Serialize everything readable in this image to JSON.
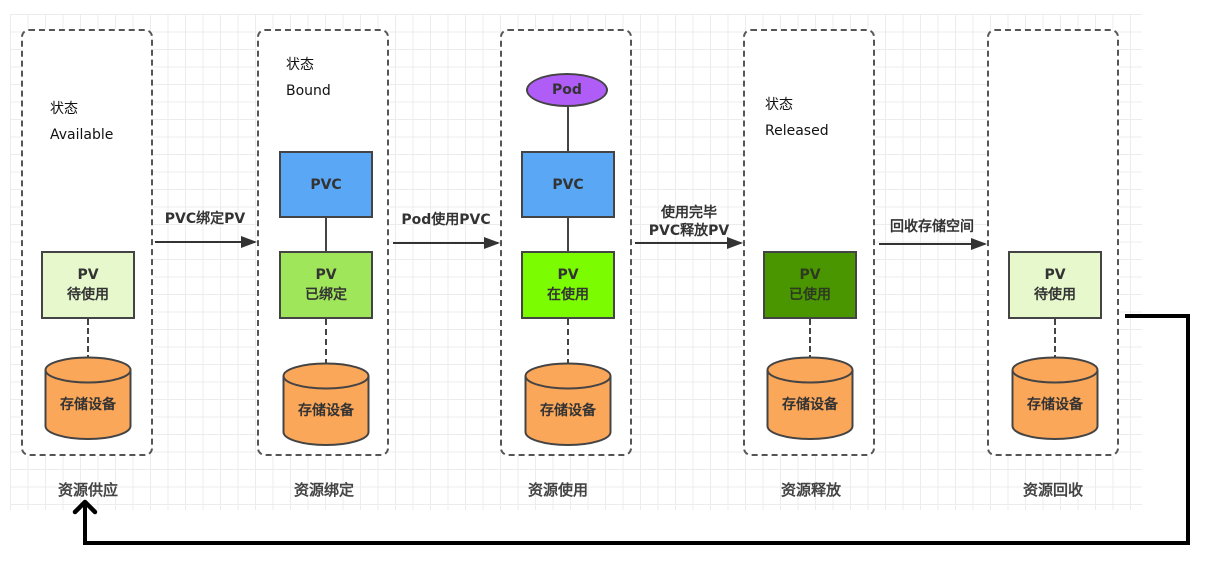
{
  "colors": {
    "pvc": "#5aa8f5",
    "pv_available": "#e6f8cc",
    "pv_bound": "#9fe65a",
    "pv_in_use": "#7cfc00",
    "pv_released": "#4a9600",
    "storage": "#fba75a",
    "pod": "#b05cf7"
  },
  "stages": [
    {
      "name": "资源供应",
      "status_label": "状态",
      "status_value": "Available",
      "pv_title": "PV",
      "pv_state": "待使用",
      "storage": "存储设备"
    },
    {
      "name": "资源绑定",
      "status_label": "状态",
      "status_value": "Bound",
      "pvc": "PVC",
      "pv_title": "PV",
      "pv_state": "已绑定",
      "storage": "存储设备"
    },
    {
      "name": "资源使用",
      "pod": "Pod",
      "pvc": "PVC",
      "pv_title": "PV",
      "pv_state": "在使用",
      "storage": "存储设备"
    },
    {
      "name": "资源释放",
      "status_label": "状态",
      "status_value": "Released",
      "pv_title": "PV",
      "pv_state": "已使用",
      "storage": "存储设备"
    },
    {
      "name": "资源回收",
      "pv_title": "PV",
      "pv_state": "待使用",
      "storage": "存储设备"
    }
  ],
  "transitions": [
    {
      "lines": [
        "PVC绑定PV"
      ]
    },
    {
      "lines": [
        "Pod使用PVC"
      ]
    },
    {
      "lines": [
        "使用完毕",
        "PVC释放PV"
      ]
    },
    {
      "lines": [
        "回收存储空间"
      ]
    }
  ]
}
